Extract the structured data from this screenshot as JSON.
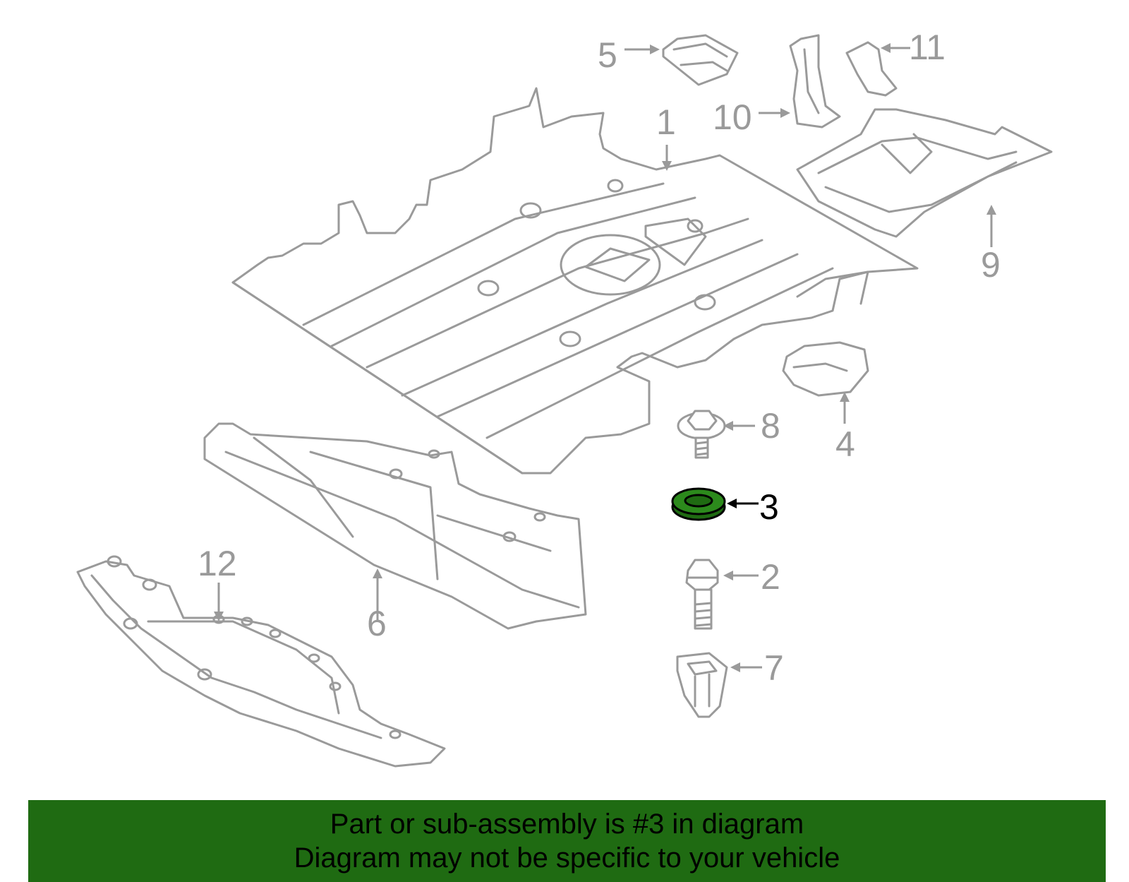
{
  "callouts": [
    "1",
    "2",
    "3",
    "4",
    "5",
    "6",
    "7",
    "8",
    "9",
    "10",
    "11",
    "12"
  ],
  "highlight_part": "3",
  "colors": {
    "line": "#9a9a9a",
    "highlight_fill": "#1f6b12",
    "banner": "#1f6b12",
    "text": "#000000"
  },
  "banner": {
    "line1": "Part or sub-assembly is #3 in diagram",
    "line2": "Diagram may not be specific to your vehicle"
  }
}
